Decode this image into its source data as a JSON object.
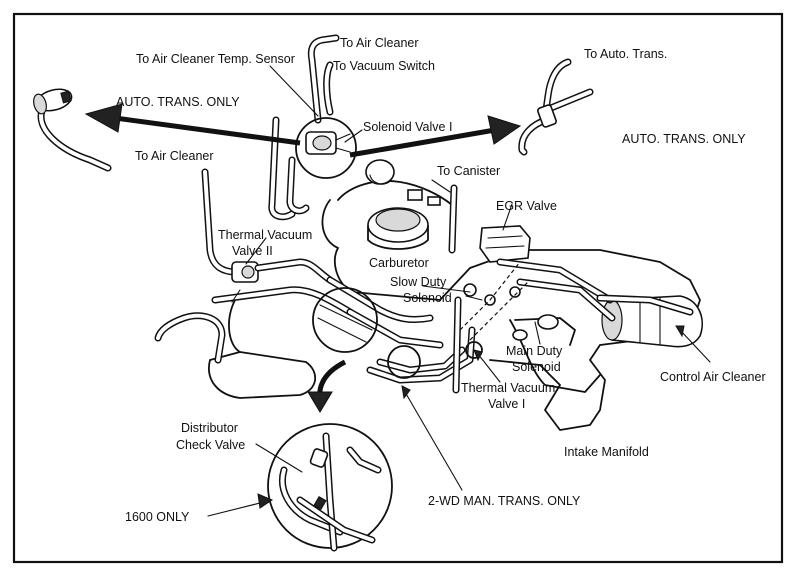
{
  "labels": {
    "to_air_cleaner_top": "To Air Cleaner",
    "to_air_cleaner_temp_sensor": "To Air Cleaner Temp. Sensor",
    "to_vacuum_switch": "To Vacuum Switch",
    "to_auto_trans": "To Auto. Trans.",
    "auto_trans_only_left": "AUTO. TRANS. ONLY",
    "solenoid_valve_1": "Solenoid Valve I",
    "auto_trans_only_right": "AUTO. TRANS. ONLY",
    "to_air_cleaner_left": "To Air Cleaner",
    "to_canister": "To Canister",
    "egr_valve": "EGR Valve",
    "thermal_vacuum_valve_2_line1": "Thermal Vacuum",
    "thermal_vacuum_valve_2_line2": "Valve II",
    "carburetor": "Carburetor",
    "slow_duty_solenoid_line1": "Slow Duty",
    "slow_duty_solenoid_line2": "Solenoid",
    "main_duty_solenoid_line1": "Main Duty",
    "main_duty_solenoid_line2": "Solenoid",
    "control_air_cleaner": "Control Air Cleaner",
    "thermal_vacuum_valve_1_line1": "Thermal Vacuum",
    "thermal_vacuum_valve_1_line2": "Valve I",
    "distributor_line1": "Distributor",
    "distributor_line2": "Check Valve",
    "intake_manifold": "Intake  Manifold",
    "only_1600": "1600 ONLY",
    "two_wd_man_trans_only": "2-WD MAN. TRANS. ONLY"
  }
}
